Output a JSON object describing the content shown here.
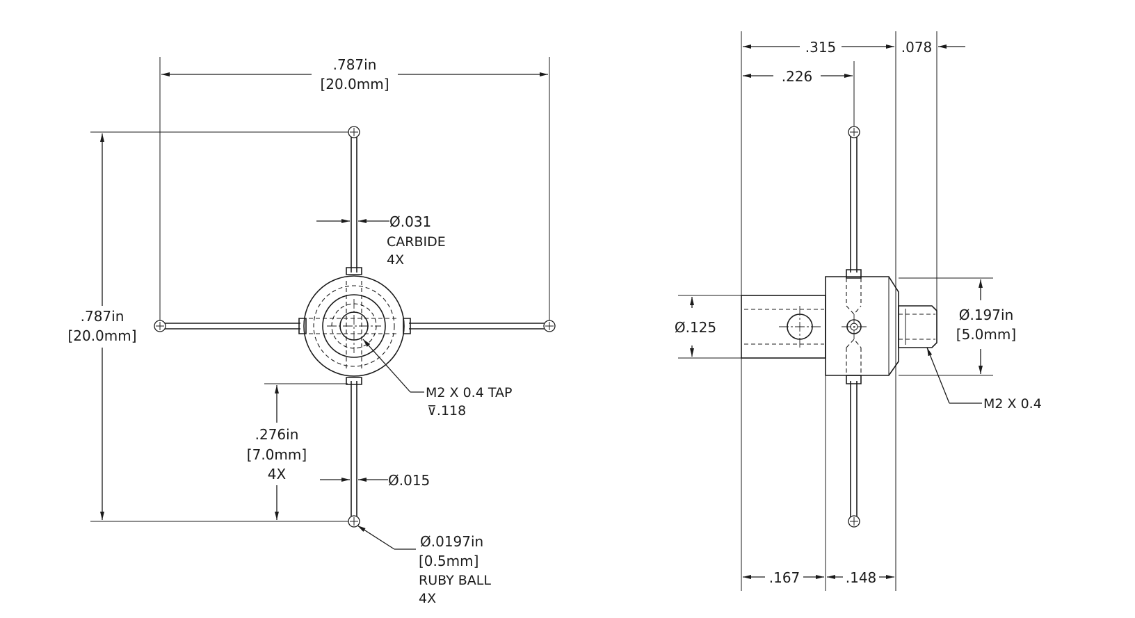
{
  "front_view": {
    "width_in": ".787in",
    "width_mm": "[20.0mm]",
    "height_in": ".787in",
    "height_mm": "[20.0mm]",
    "stem_dia": "Ø.031",
    "stem_material": "CARBIDE",
    "stem_qty": "4X",
    "tip_dia": "Ø.015",
    "reach_in": ".276in",
    "reach_mm": "[7.0mm]",
    "reach_qty": "4X",
    "tap_label": "M2 X 0.4 TAP",
    "tap_depth": "⊽.118",
    "ball_dia_in": "Ø.0197in",
    "ball_dia_mm": "[0.5mm]",
    "ball_material": "RUBY BALL",
    "ball_qty": "4X"
  },
  "side_view": {
    "overall": ".315",
    "thread_len": ".078",
    "stylus_pos": ".226",
    "shank_dia": "Ø.125",
    "thread_dia_in": "Ø.197in",
    "thread_dia_mm": "[5.0mm]",
    "thread_label": "M2 X 0.4",
    "shank_len": ".167",
    "hub_len": ".148"
  }
}
